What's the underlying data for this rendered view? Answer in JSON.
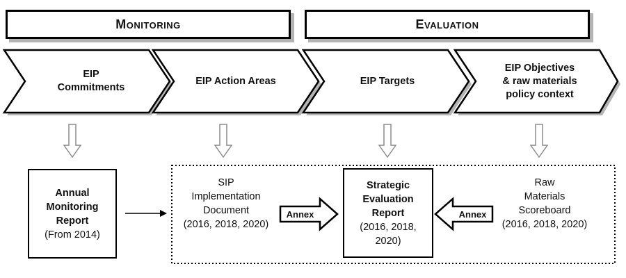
{
  "headers": {
    "monitoring": "Monitoring",
    "evaluation": "Evaluation"
  },
  "chevrons": [
    {
      "lines": [
        "EIP",
        "Commitments"
      ]
    },
    {
      "lines": [
        "EIP Action Areas"
      ]
    },
    {
      "lines": [
        "EIP Targets"
      ]
    },
    {
      "lines": [
        "EIP Objectives",
        "& raw materials",
        "policy context"
      ]
    }
  ],
  "annual_report": {
    "title_lines": [
      "Annual",
      "Monitoring",
      "Report"
    ],
    "subtitle": "(From 2014)"
  },
  "sip_document": {
    "lines": [
      "SIP",
      "Implementation",
      "Document",
      "(2016, 2018, 2020)"
    ]
  },
  "strategic_report": {
    "title_lines": [
      "Strategic",
      "Evaluation",
      "Report"
    ],
    "subtitle_lines": [
      "(2016, 2018,",
      "2020)"
    ]
  },
  "raw_materials": {
    "lines": [
      "Raw",
      "Materials",
      "Scoreboard",
      "(2016, 2018, 2020)"
    ]
  },
  "annex_labels": [
    "Annex",
    "Annex"
  ],
  "colors": {
    "stroke": "#000000",
    "shadow": "#b4b4b4",
    "down_arrow": "#8c8c8c"
  }
}
